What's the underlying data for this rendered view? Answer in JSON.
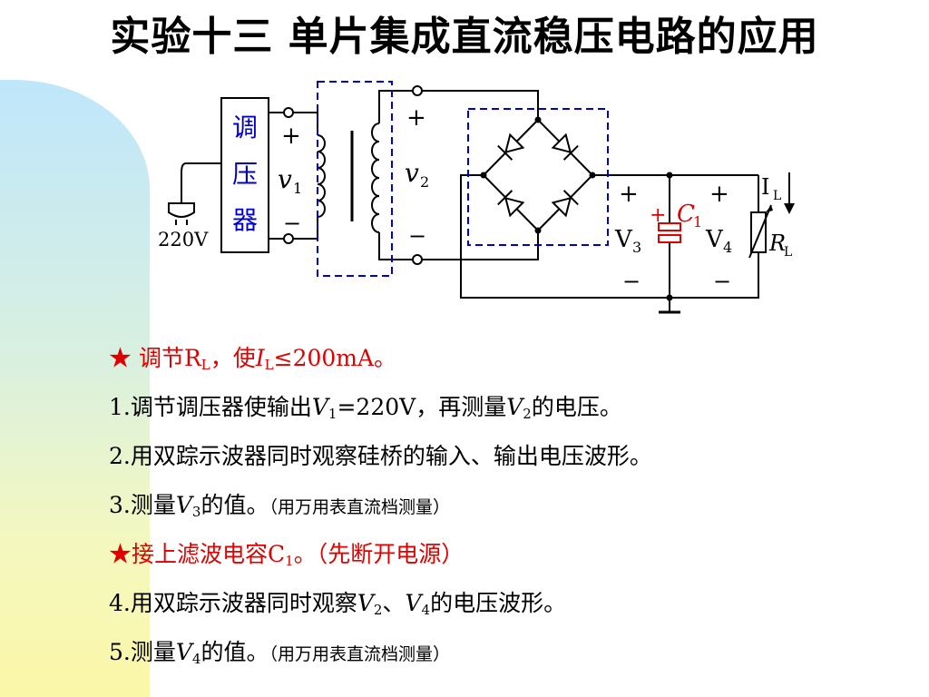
{
  "page": {
    "title": "实验十三  单片集成直流稳压电路的应用"
  },
  "circuit": {
    "regulator_label_1": "调",
    "regulator_label_2": "压",
    "regulator_label_3": "器",
    "source_label": "220V",
    "v1_plus": "+",
    "v1_label": "v",
    "v1_sub": "1",
    "v1_minus": "−",
    "v2_plus": "+",
    "v2_label": "v",
    "v2_sub": "2",
    "v2_minus": "−",
    "v3_plus": "+",
    "v3_label": "V",
    "v3_sub": "3",
    "v3_minus": "−",
    "c1_plus": "+",
    "c1_label": "C",
    "c1_sub": "1",
    "v4_plus": "+",
    "v4_label": "V",
    "v4_sub": "4",
    "v4_minus": "−",
    "il_label": "I",
    "il_sub": "L",
    "rl_label": "R",
    "rl_sub": "L",
    "colors": {
      "line": "#000000",
      "dash": "#0000cc",
      "capacitor": "#e00000"
    }
  },
  "lines": {
    "l0": {
      "star": "★ 调节R",
      "sub1": "L",
      "mid": "，使",
      "i": "I",
      "sub2": "L",
      "end": "≤200mA。"
    },
    "l1": {
      "a": "1.调节调压器使输出",
      "v": "V",
      "sub": "1",
      "b": "=220V，再测量",
      "v2": "V",
      "sub2": "2",
      "c": "的电压。"
    },
    "l2": {
      "a": "2.用双踪示波器同时观察硅桥的输入、输出电压波形。"
    },
    "l3": {
      "a": "3.测量",
      "v": "V",
      "sub": "3",
      "b": "的值。",
      "note": "（用万用表直流档测量）"
    },
    "l4": {
      "a": "★接上滤波电容C",
      "sub": "1",
      "b": "。（先断开电源）"
    },
    "l5": {
      "a": "4.用双踪示波器同时观察",
      "v": "V",
      "sub": "2",
      "b": "、",
      "v2": "V",
      "sub2": "4",
      "c": "的电压波形。"
    },
    "l6": {
      "a": "5.测量",
      "v": "V",
      "sub": "4",
      "b": "的值。",
      "note": "（用万用表直流档测量）"
    }
  }
}
